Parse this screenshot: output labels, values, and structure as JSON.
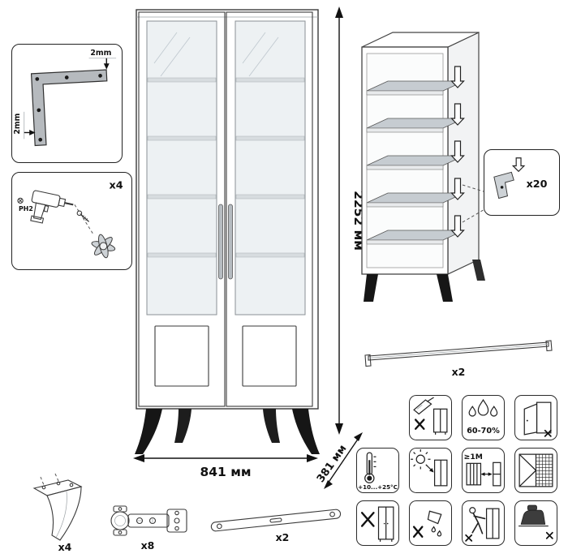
{
  "main_cabinet": {
    "height_label": "2252 мм",
    "width_label": "841 мм",
    "depth_label": "381 мм"
  },
  "corner_detail_inset": {
    "top_gap_label": "2mm",
    "side_gap_label": "2mm"
  },
  "assembly_inset": {
    "count_label": "x4",
    "screwdriver_bit_label": "PH2"
  },
  "shelf_assembly": {
    "pin_count_label": "x20"
  },
  "hardware_parts": {
    "handle_rail": {
      "count_label": "x2"
    },
    "leg": {
      "count_label": "x4"
    },
    "hinge": {
      "count_label": "x8"
    },
    "mounting_strip": {
      "count_label": "x2"
    }
  },
  "care_icons": {
    "humidity_label": "60-70%",
    "temperature_label": "+10...+25°C",
    "heat_distance_label": "≥1M"
  }
}
